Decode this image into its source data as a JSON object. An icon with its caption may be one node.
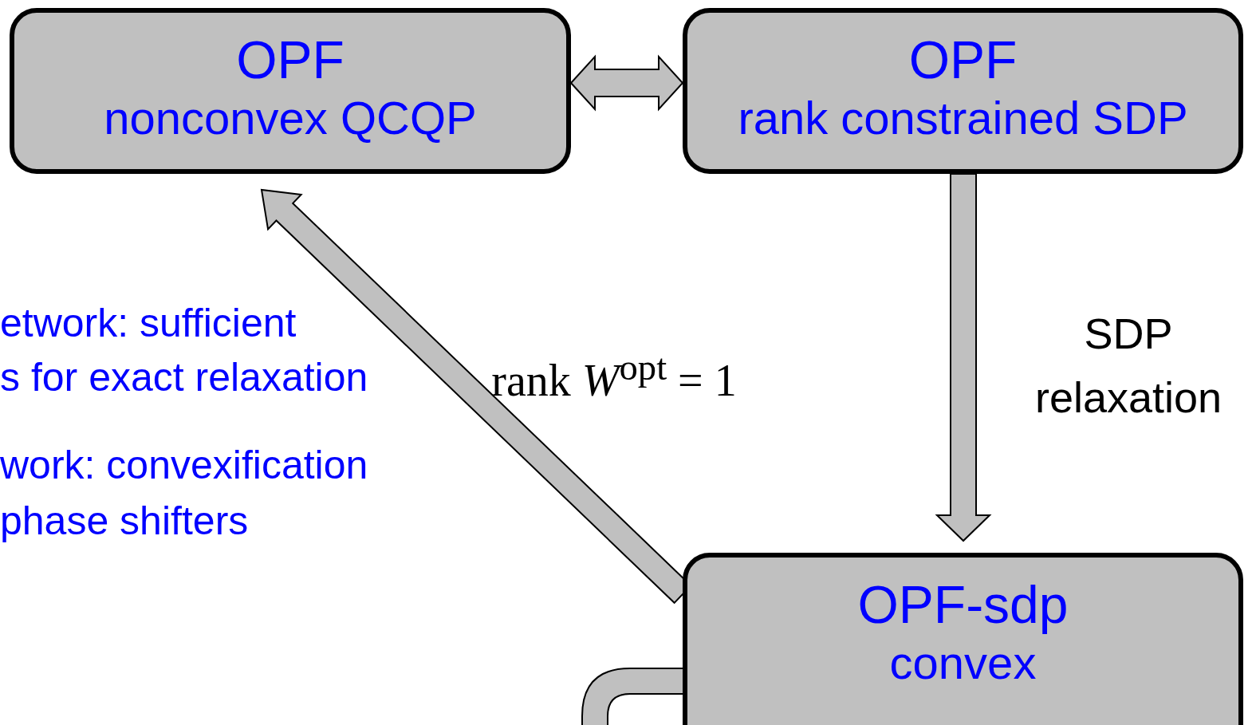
{
  "diagram": {
    "nodes": [
      {
        "text": [
          "OPF",
          "nonconvex QCQP"
        ]
      },
      {
        "text": [
          "OPF",
          "rank constrained SDP"
        ]
      },
      {
        "text": [
          "OPF-sdp",
          "convex"
        ]
      }
    ],
    "edges": [
      {
        "from": 0,
        "to": 1,
        "arrow": "both"
      },
      {
        "from": 1,
        "to": 2,
        "arrow": "to",
        "label": "SDP relaxation"
      },
      {
        "from": 2,
        "to": 0,
        "arrow": "to",
        "label": "rank *W*$^{opt}$ = 1"
      },
      {
        "from": 2,
        "to": null,
        "arrow": "none"
      }
    ],
    "labels": [
      "etwork: sufficient",
      "s for exact relaxation",
      "work: convexification",
      "phase shifters"
    ]
  }
}
